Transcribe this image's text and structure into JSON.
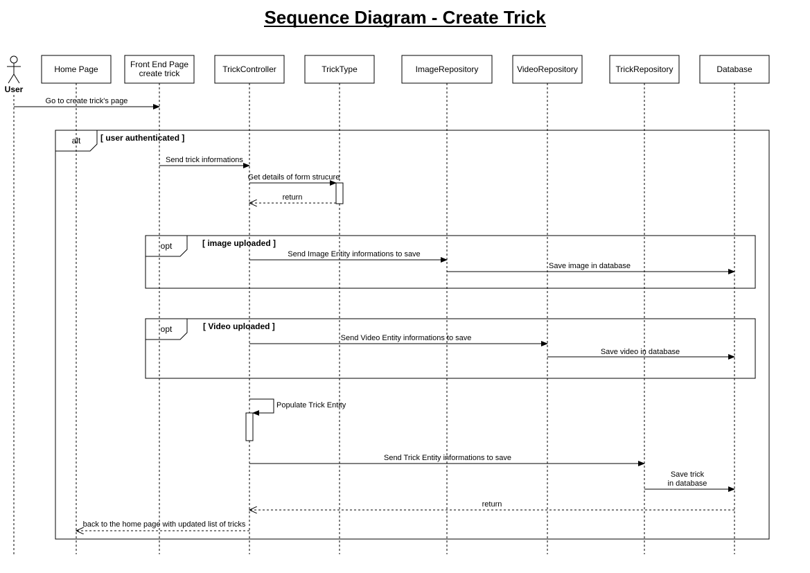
{
  "title": "Sequence Diagram - Create Trick",
  "actor": {
    "name": "User"
  },
  "participants": [
    "Home Page",
    "Front End Page\ncreate trick",
    "TrickController",
    "TrickType",
    "ImageRepository",
    "VideoRepository",
    "TrickRepository",
    "Database"
  ],
  "fragments": [
    {
      "operator": "alt",
      "guard": "[ user authenticated ]"
    },
    {
      "operator": "opt",
      "guard": "[ image uploaded ]"
    },
    {
      "operator": "opt",
      "guard": "[ Video uploaded ]"
    }
  ],
  "messages": [
    "Go to create trick's page",
    "Send trick informations",
    "Get details of form strucure",
    "return",
    "Send Image Entity informations to save",
    "Save image in database",
    "Send Video Entity informations to save",
    "Save video in database",
    "Populate Trick Entity",
    "Send Trick Entity informations to save",
    "Save trick\nin database",
    "return",
    "back to the home page with updated list of tricks"
  ]
}
